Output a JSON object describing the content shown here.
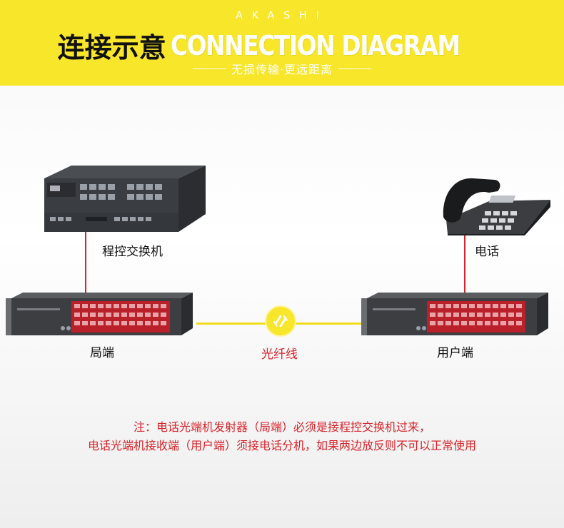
{
  "header": {
    "brand": "AKASHI",
    "title_cn": "连接示意",
    "title_en": "CONNECTION DIAGRAM",
    "tagline": "无损传输·更远距离"
  },
  "nodes": {
    "pbx": "程控交换机",
    "phone": "电话",
    "local": "局端",
    "user": "用户端",
    "fiber": "光纤线"
  },
  "note": {
    "line1": "注：电话光端机发射器（局端）必须是接程控交换机过来，",
    "line2": "电话光端机接收端（用户端）须接电话分机，如果两边放反则不可以正常使用"
  },
  "colors": {
    "header_bg": "#f8e62a",
    "accent_red": "#d8232a",
    "fiber_yellow": "#f1dd1c"
  }
}
